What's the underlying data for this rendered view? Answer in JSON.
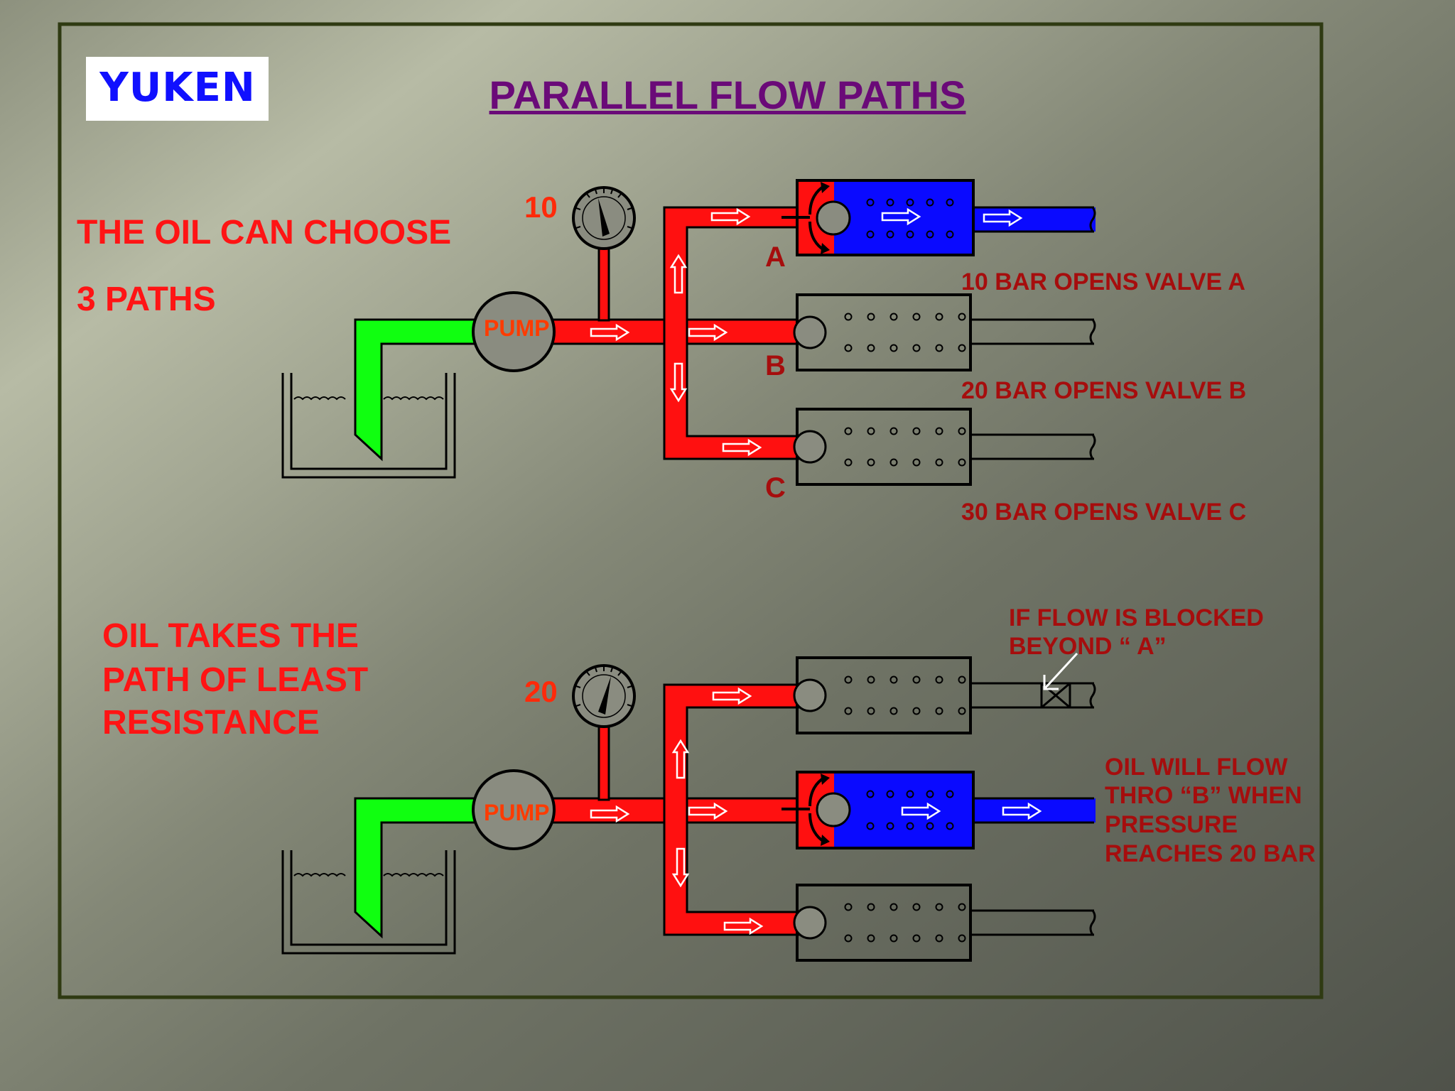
{
  "logo": {
    "text": "YUKEN"
  },
  "title": "PARALLEL FLOW PATHS",
  "colors": {
    "oil_pressure": "#ff1010",
    "oil_flow": "#0a0aff",
    "suction": "#10ff10",
    "frame": "#2f3a12",
    "title": "#6a0a78",
    "text_red": "#ff1414",
    "text_dark_red": "#a60d0d"
  },
  "top": {
    "intro_line1": "THE OIL CAN CHOOSE",
    "intro_line2": "3 PATHS",
    "gauge_value": "10",
    "pump_label": "PUMP",
    "valve_a_letter": "A",
    "valve_b_letter": "B",
    "valve_c_letter": "C",
    "note_a": "10 BAR OPENS VALVE  A",
    "note_b": "20 BAR OPENS VALVE  B",
    "note_c": "30 BAR OPENS VALVE  C"
  },
  "bottom": {
    "heading_line1": "OIL TAKES THE",
    "heading_line2": "PATH OF LEAST",
    "heading_line3": "RESISTANCE",
    "gauge_value": "20",
    "pump_label": "PUMP",
    "blocked_line1": "IF FLOW IS BLOCKED",
    "blocked_line2": "BEYOND “ A”",
    "flow_line1": "OIL WILL FLOW",
    "flow_line2": "THRO “B” WHEN",
    "flow_line3": "PRESSURE",
    "flow_line4": "REACHES 20 BAR"
  },
  "icons": [
    "pressure-gauge-icon",
    "pump-icon",
    "tank-icon",
    "relief-valve-icon",
    "flow-arrow-icon",
    "blocked-port-icon"
  ]
}
